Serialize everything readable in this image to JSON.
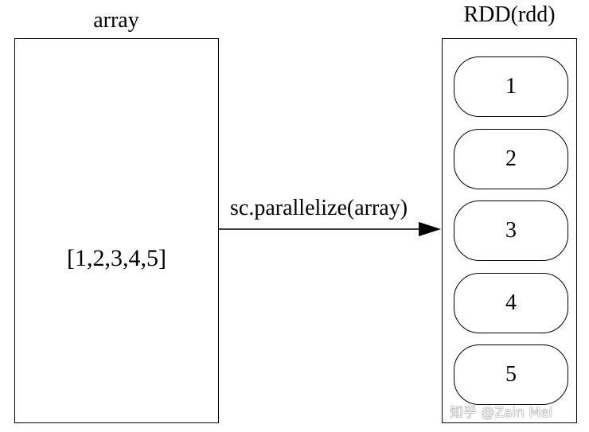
{
  "array_title": "array",
  "array_value": "[1,2,3,4,5]",
  "rdd_title": "RDD(rdd)",
  "operation_label": "sc.parallelize(array)",
  "partitions": [
    "1",
    "2",
    "3",
    "4",
    "5"
  ],
  "watermark": "知乎 @Zain Mei",
  "colors": {
    "stroke": "#000000",
    "background": "#ffffff"
  }
}
